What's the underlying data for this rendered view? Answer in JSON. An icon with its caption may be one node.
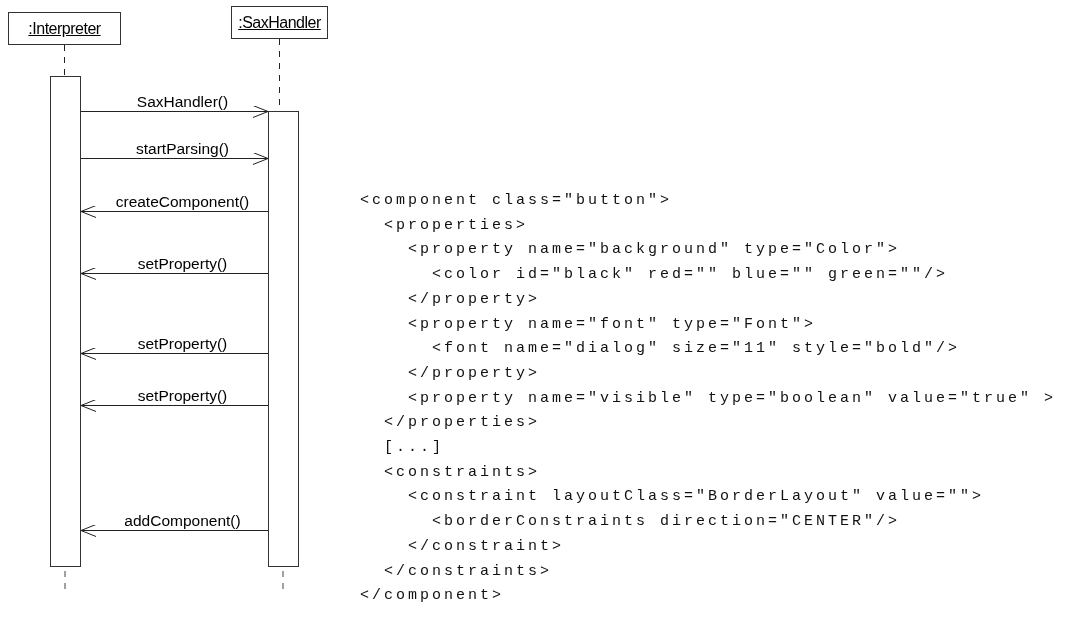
{
  "diagram": {
    "nodes": [
      {
        "text": [
          ":Interpreter"
        ]
      },
      {
        "text": [
          ":SaxHandler"
        ]
      },
      {
        "text": [],
        "shape": "bar"
      },
      {
        "text": [],
        "shape": "bar"
      }
    ],
    "edges": [
      {
        "from": 0,
        "to": 2,
        "arrow": "none",
        "style": "dashed"
      },
      {
        "from": 1,
        "to": 3,
        "arrow": "none",
        "style": "dashed"
      },
      {
        "from": 2,
        "to": 3,
        "arrow": "to",
        "label": "SaxHandler()"
      },
      {
        "from": 2,
        "to": 3,
        "arrow": "to",
        "label": "startParsing()"
      },
      {
        "from": 3,
        "to": 2,
        "arrow": "to",
        "label": "createComponent()"
      },
      {
        "from": 3,
        "to": 2,
        "arrow": "to",
        "label": "setProperty()"
      },
      {
        "from": 3,
        "to": 2,
        "arrow": "to",
        "label": "setProperty()"
      },
      {
        "from": 3,
        "to": 2,
        "arrow": "to",
        "label": "setProperty()"
      },
      {
        "from": 3,
        "to": 2,
        "arrow": "to",
        "label": "addComponent()"
      }
    ],
    "labels": [
      "<component class=\"button\">",
      "<properties>",
      "<property name=\"background\" type=\"Color\">",
      "<color id=\"black\" red=\"\" blue=\"\" green=\"\"/>",
      "</property>",
      "<property name=\"font\" type=\"Font\">",
      "<font name=\"dialog\" size=\"11\" style=\"bold\"/>",
      "</property>",
      "<property name=\"visible\" type=\"boolean\" value=\"true\" >",
      "</properties>",
      "[...]",
      "<constraints>",
      "<constraint layoutClass=\"BorderLayout\" value=\"\">",
      "<borderConstraints direction=\"CENTER\"/>",
      "</constraint>",
      "</constraints>",
      "</component>"
    ]
  }
}
